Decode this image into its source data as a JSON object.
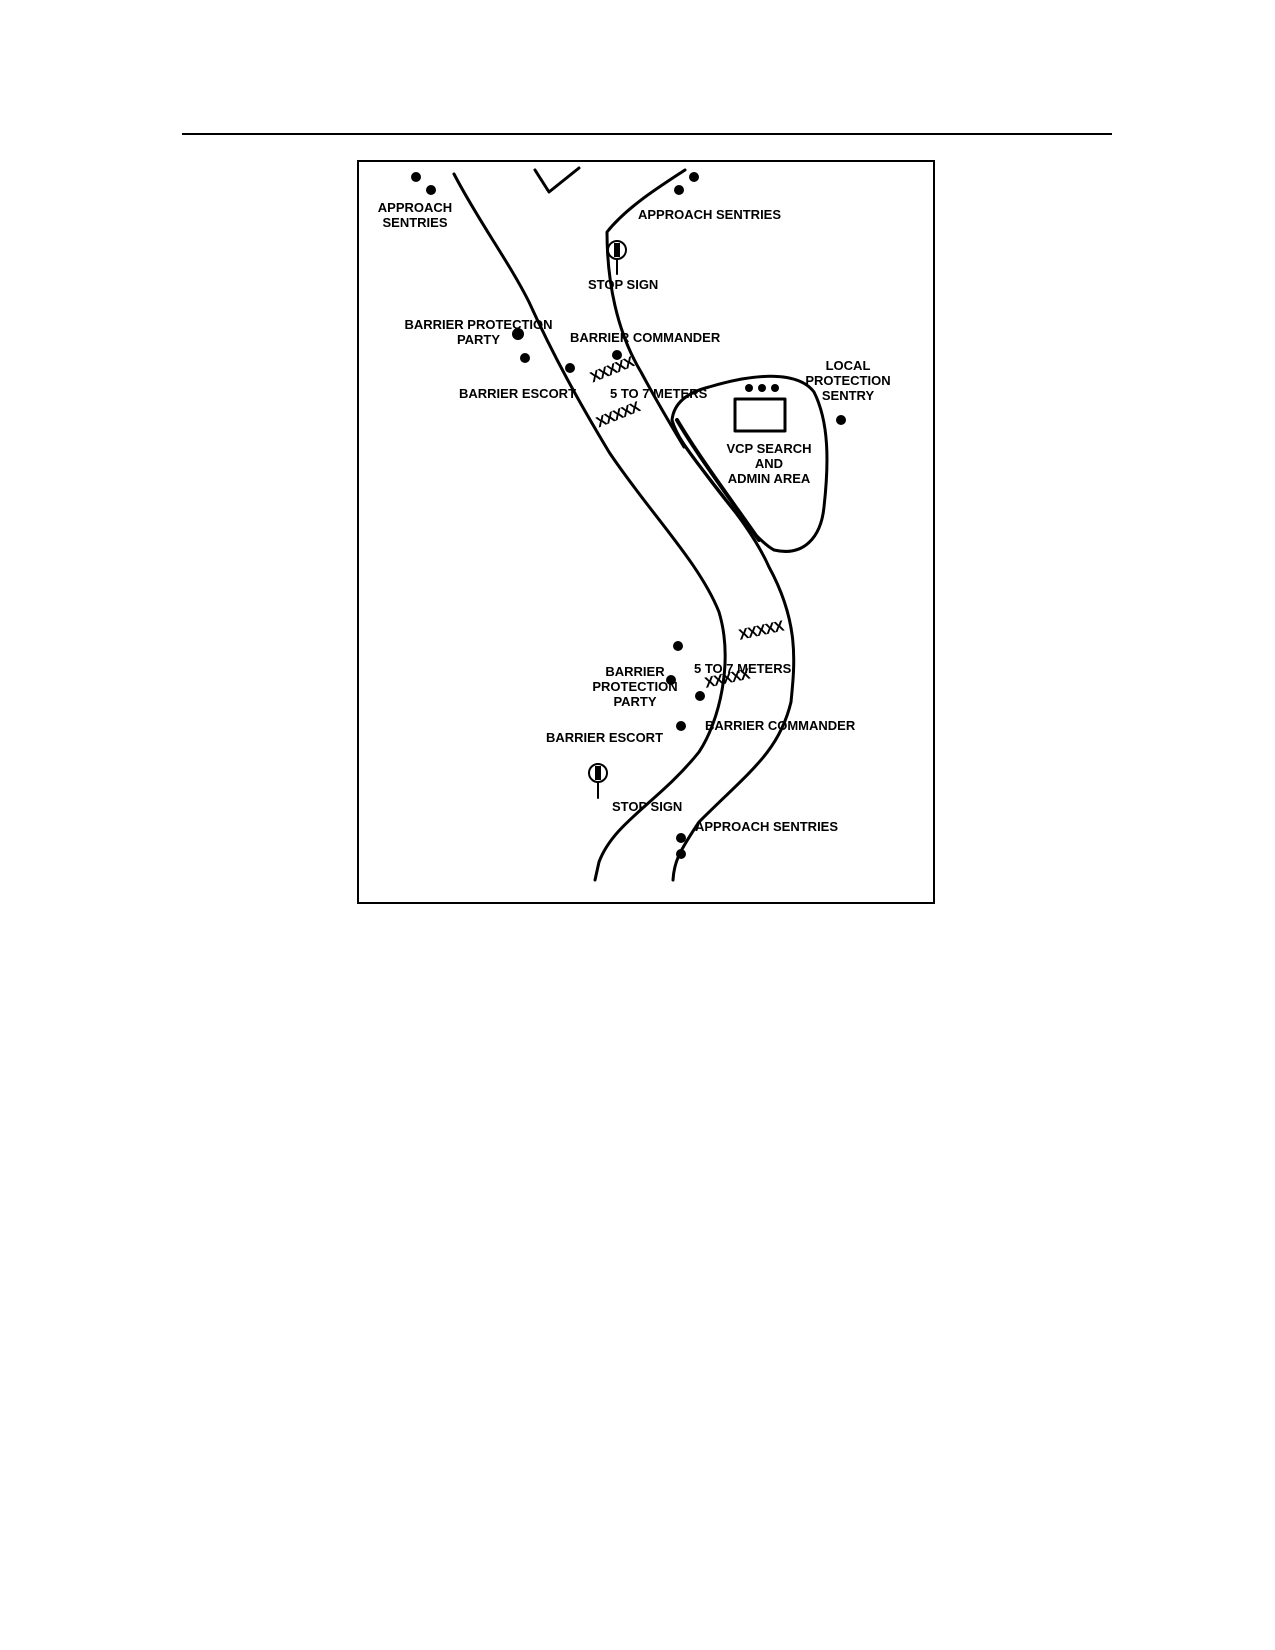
{
  "labels": {
    "approach_sentries_top_left": "APPROACH\nSENTRIES",
    "approach_sentries_top_right": "APPROACH SENTRIES",
    "stop_sign_top": "STOP SIGN",
    "barrier_protection_party_top": "BARRIER PROTECTION\nPARTY",
    "barrier_commander_top": "BARRIER COMMANDER",
    "barrier_escort_top": "BARRIER ESCORT",
    "distance_top": "5 TO 7 METERS",
    "local_protection_sentry": "LOCAL\nPROTECTION\nSENTRY",
    "vcp_search_admin_area": "VCP SEARCH\nAND\nADMIN AREA",
    "barrier_protection_party_bottom": "BARRIER\nPROTECTION\nPARTY",
    "distance_bottom": "5 TO 7 METERS",
    "barrier_commander_bottom": "BARRIER COMMANDER",
    "barrier_escort_bottom": "BARRIER ESCORT",
    "stop_sign_bottom": "STOP SIGN",
    "approach_sentries_bottom": "APPROACH SENTRIES"
  },
  "wire_obstacles": {
    "top_1": "XXXXX",
    "top_2": "XXXXX",
    "bottom_1": "XXXXX",
    "bottom_2": "XXXXX"
  },
  "icons": {
    "position_marker": "filled-circle",
    "stop_sign": "stop-sign-icon",
    "search_area": "rectangle"
  }
}
